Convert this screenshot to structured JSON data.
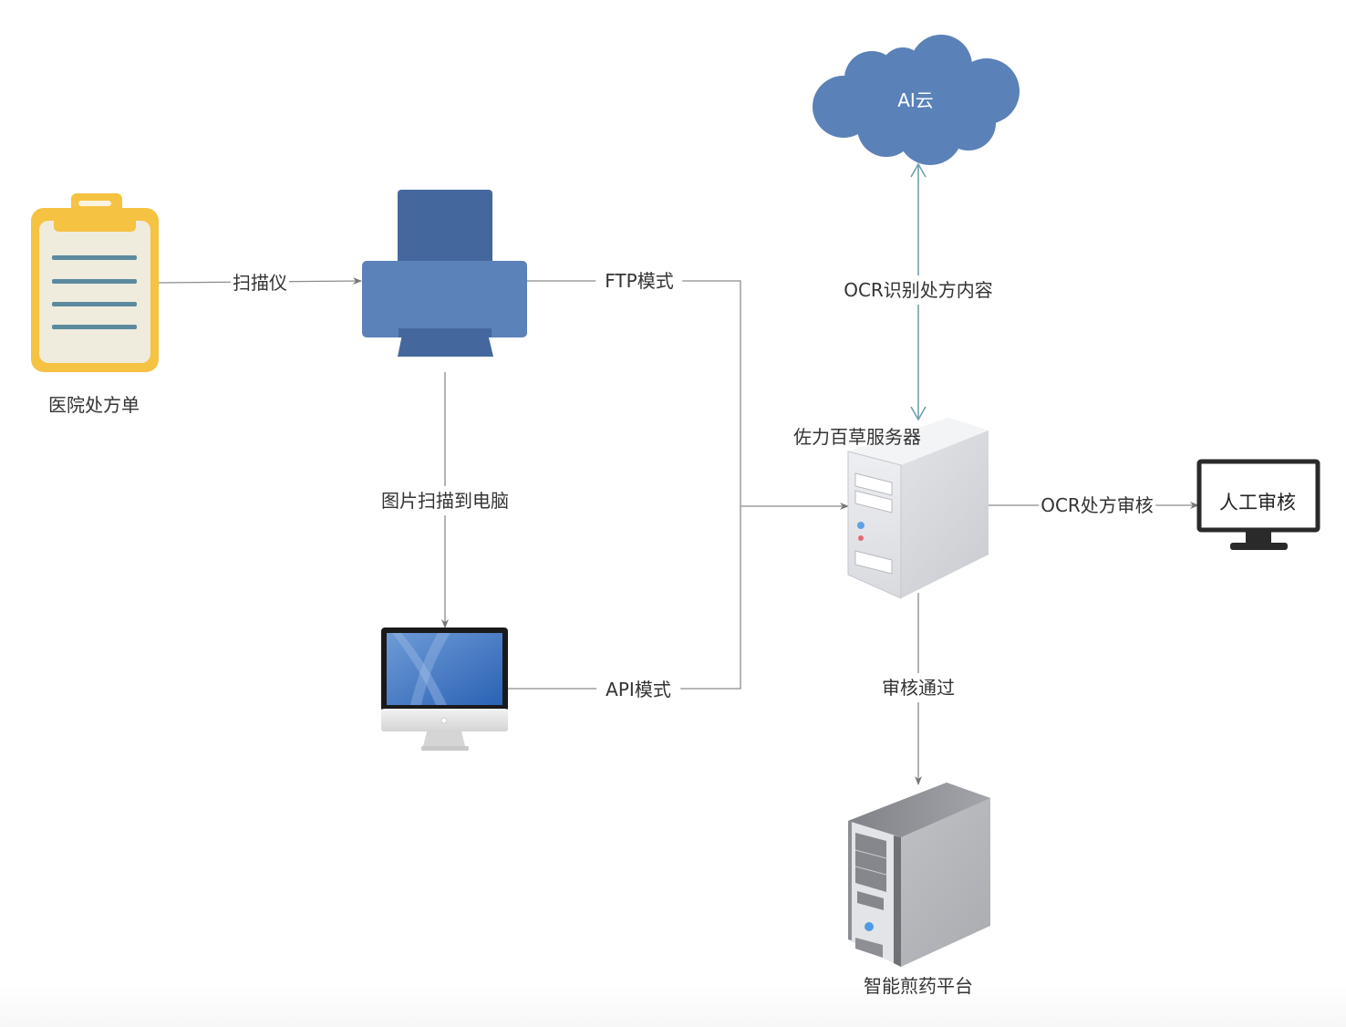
{
  "nodes": {
    "prescription": {
      "label": "医院处方单",
      "icon": "clipboard-icon"
    },
    "scanner": {
      "label": "",
      "icon": "printer-icon"
    },
    "computer": {
      "label": "",
      "icon": "desktop-computer-icon"
    },
    "ai_cloud": {
      "label": "AI云",
      "icon": "cloud-icon"
    },
    "server": {
      "label": "佐力百草服务器",
      "icon": "server-icon"
    },
    "manual_review": {
      "label": "人工审核",
      "icon": "monitor-icon"
    },
    "decoction_platform": {
      "label": "智能煎药平台",
      "icon": "tower-server-icon"
    }
  },
  "edges": [
    {
      "from": "prescription",
      "to": "scanner",
      "label": "扫描仪"
    },
    {
      "from": "scanner",
      "to": "server",
      "label": "FTP模式"
    },
    {
      "from": "scanner",
      "to": "computer",
      "label": "图片扫描到电脑"
    },
    {
      "from": "computer",
      "to": "server",
      "label": "API模式"
    },
    {
      "from": "server",
      "to": "ai_cloud",
      "label": "OCR识别处方内容",
      "bidirectional": true
    },
    {
      "from": "server",
      "to": "manual_review",
      "label": "OCR处方审核"
    },
    {
      "from": "server",
      "to": "decoction_platform",
      "label": "审核通过"
    }
  ],
  "colors": {
    "clipboard_frame": "#F5C242",
    "clipboard_paper": "#EFEBDD",
    "clipboard_lines": "#5B8A9E",
    "printer_dark": "#44689E",
    "printer_light": "#5C82BA",
    "cloud": "#5A81B8",
    "connector": "#888888",
    "ocr_connector": "#6B9AAE",
    "text": "#333333"
  }
}
